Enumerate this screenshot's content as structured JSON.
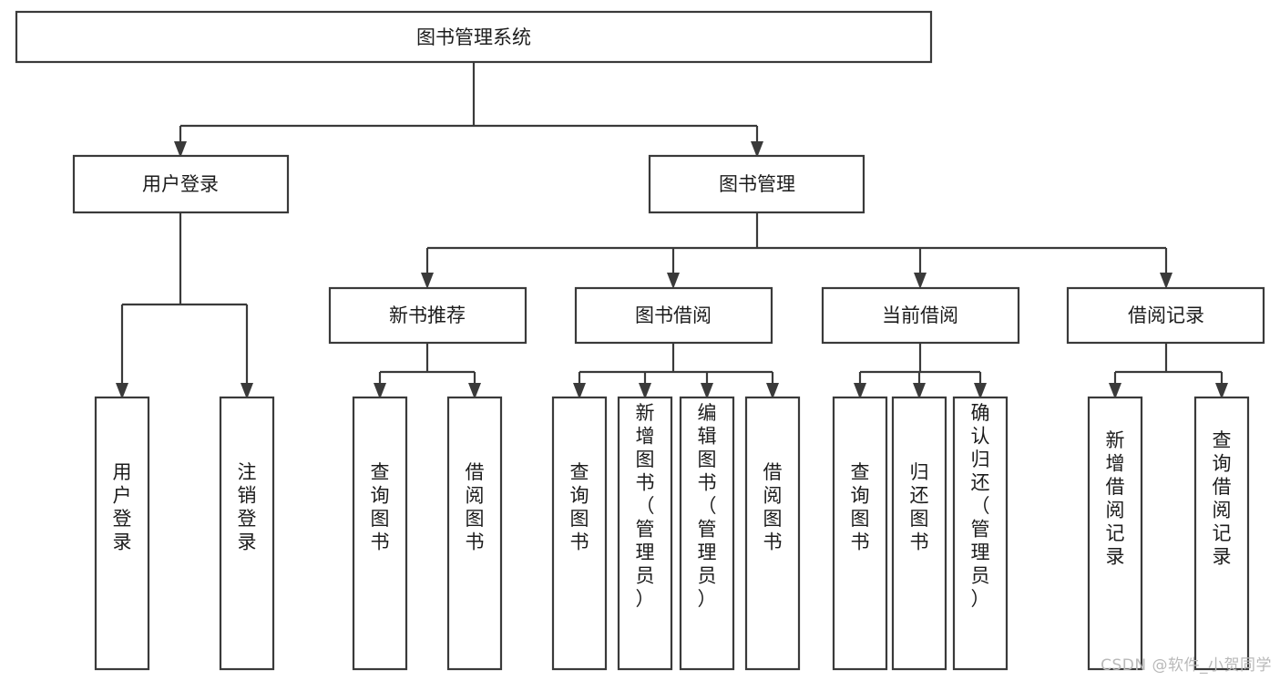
{
  "diagram": {
    "title": "图书管理系统",
    "watermark": "CSDN @软件_小贺同学",
    "stroke_color": "#3a3a3a",
    "fill_color": "#ffffff",
    "text_color": "#1c1c1c",
    "watermark_color": "#b9b9b9",
    "root": {
      "label": "图书管理系统"
    },
    "level2": [
      {
        "label": "用户登录"
      },
      {
        "label": "图书管理"
      }
    ],
    "level3": [
      {
        "label": "新书推荐"
      },
      {
        "label": "图书借阅"
      },
      {
        "label": "当前借阅"
      },
      {
        "label": "借阅记录"
      }
    ],
    "leaves": {
      "user_login": [
        {
          "label": "用户登录"
        },
        {
          "label": "注销登录"
        }
      ],
      "new_book_recommend": [
        {
          "label": "查询图书"
        },
        {
          "label": "借阅图书"
        }
      ],
      "book_borrow": [
        {
          "label": "查询图书"
        },
        {
          "label": "新增图书（管理员）"
        },
        {
          "label": "编辑图书（管理员）"
        },
        {
          "label": "借阅图书"
        }
      ],
      "current_borrow": [
        {
          "label": "查询图书"
        },
        {
          "label": "归还图书"
        },
        {
          "label": "确认归还（管理员）"
        }
      ],
      "borrow_record": [
        {
          "label": "新增借阅记录"
        },
        {
          "label": "查询借阅记录"
        }
      ]
    }
  }
}
